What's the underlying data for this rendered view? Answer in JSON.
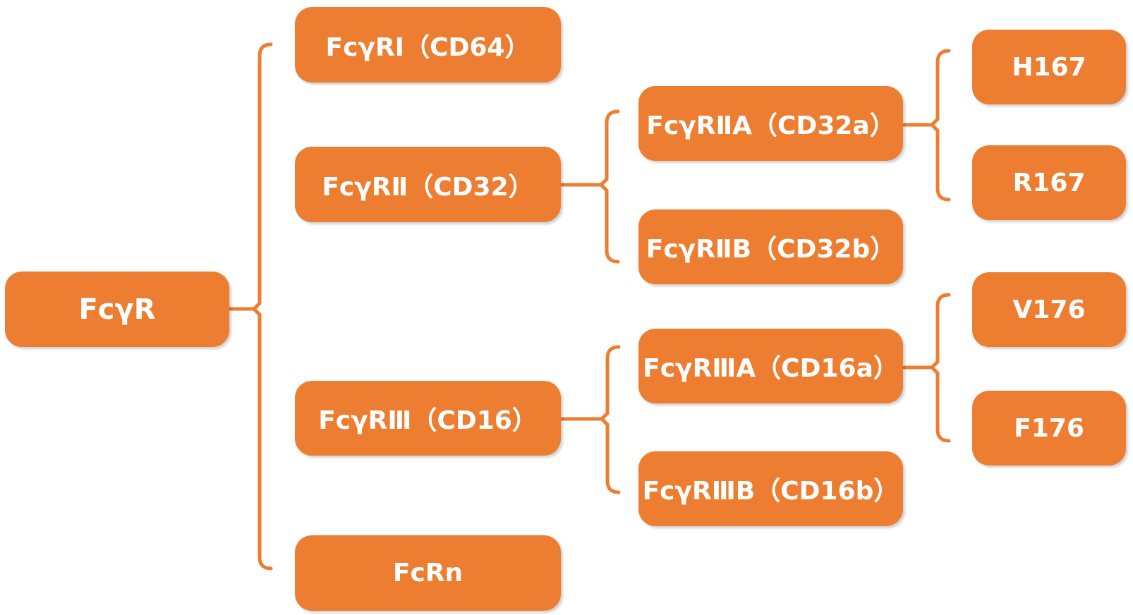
{
  "theme": {
    "accent_color": "#ED7D31",
    "node_text_color": "#FFFFFF",
    "background_color": "#FFFFFF"
  },
  "tree": {
    "root": {
      "label": "FcγR",
      "children": [
        {
          "label": "FcγRⅠ（CD64）"
        },
        {
          "label": "FcγRⅡ（CD32）",
          "children": [
            {
              "label": "FcγRⅡA（CD32a）",
              "children": [
                {
                  "label": "H167"
                },
                {
                  "label": "R167"
                }
              ]
            },
            {
              "label": "FcγRⅡB（CD32b）"
            }
          ]
        },
        {
          "label": "FcγRⅢ（CD16）",
          "children": [
            {
              "label": "FcγRⅢA（CD16a）",
              "children": [
                {
                  "label": "V176"
                },
                {
                  "label": "F176"
                }
              ]
            },
            {
              "label": "FcγRⅢB（CD16b）"
            }
          ]
        },
        {
          "label": "FcRn"
        }
      ]
    }
  }
}
